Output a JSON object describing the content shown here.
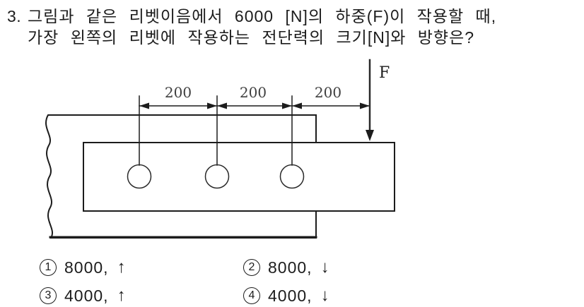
{
  "question": {
    "number": "3.",
    "line1": "그림과 같은 리벳이음에서 6000 [N]의 하중(F)이 작용할 때,",
    "line2": "가장 왼쪽의 리벳에 작용하는 전단력의 크기[N]와 방향은?"
  },
  "diagram": {
    "force_label": "F",
    "dim_labels": [
      "200",
      "200",
      "200"
    ],
    "rivet_count": 3
  },
  "choices": [
    {
      "num": "1",
      "value": "8000,",
      "direction": "↑"
    },
    {
      "num": "2",
      "value": "8000,",
      "direction": "↓"
    },
    {
      "num": "3",
      "value": "4000,",
      "direction": "↑"
    },
    {
      "num": "4",
      "value": "4000,",
      "direction": "↓"
    }
  ],
  "colors": {
    "ink": "#1c1c1c",
    "dim_text": "#3f3f3f",
    "background": "#ffffff"
  }
}
